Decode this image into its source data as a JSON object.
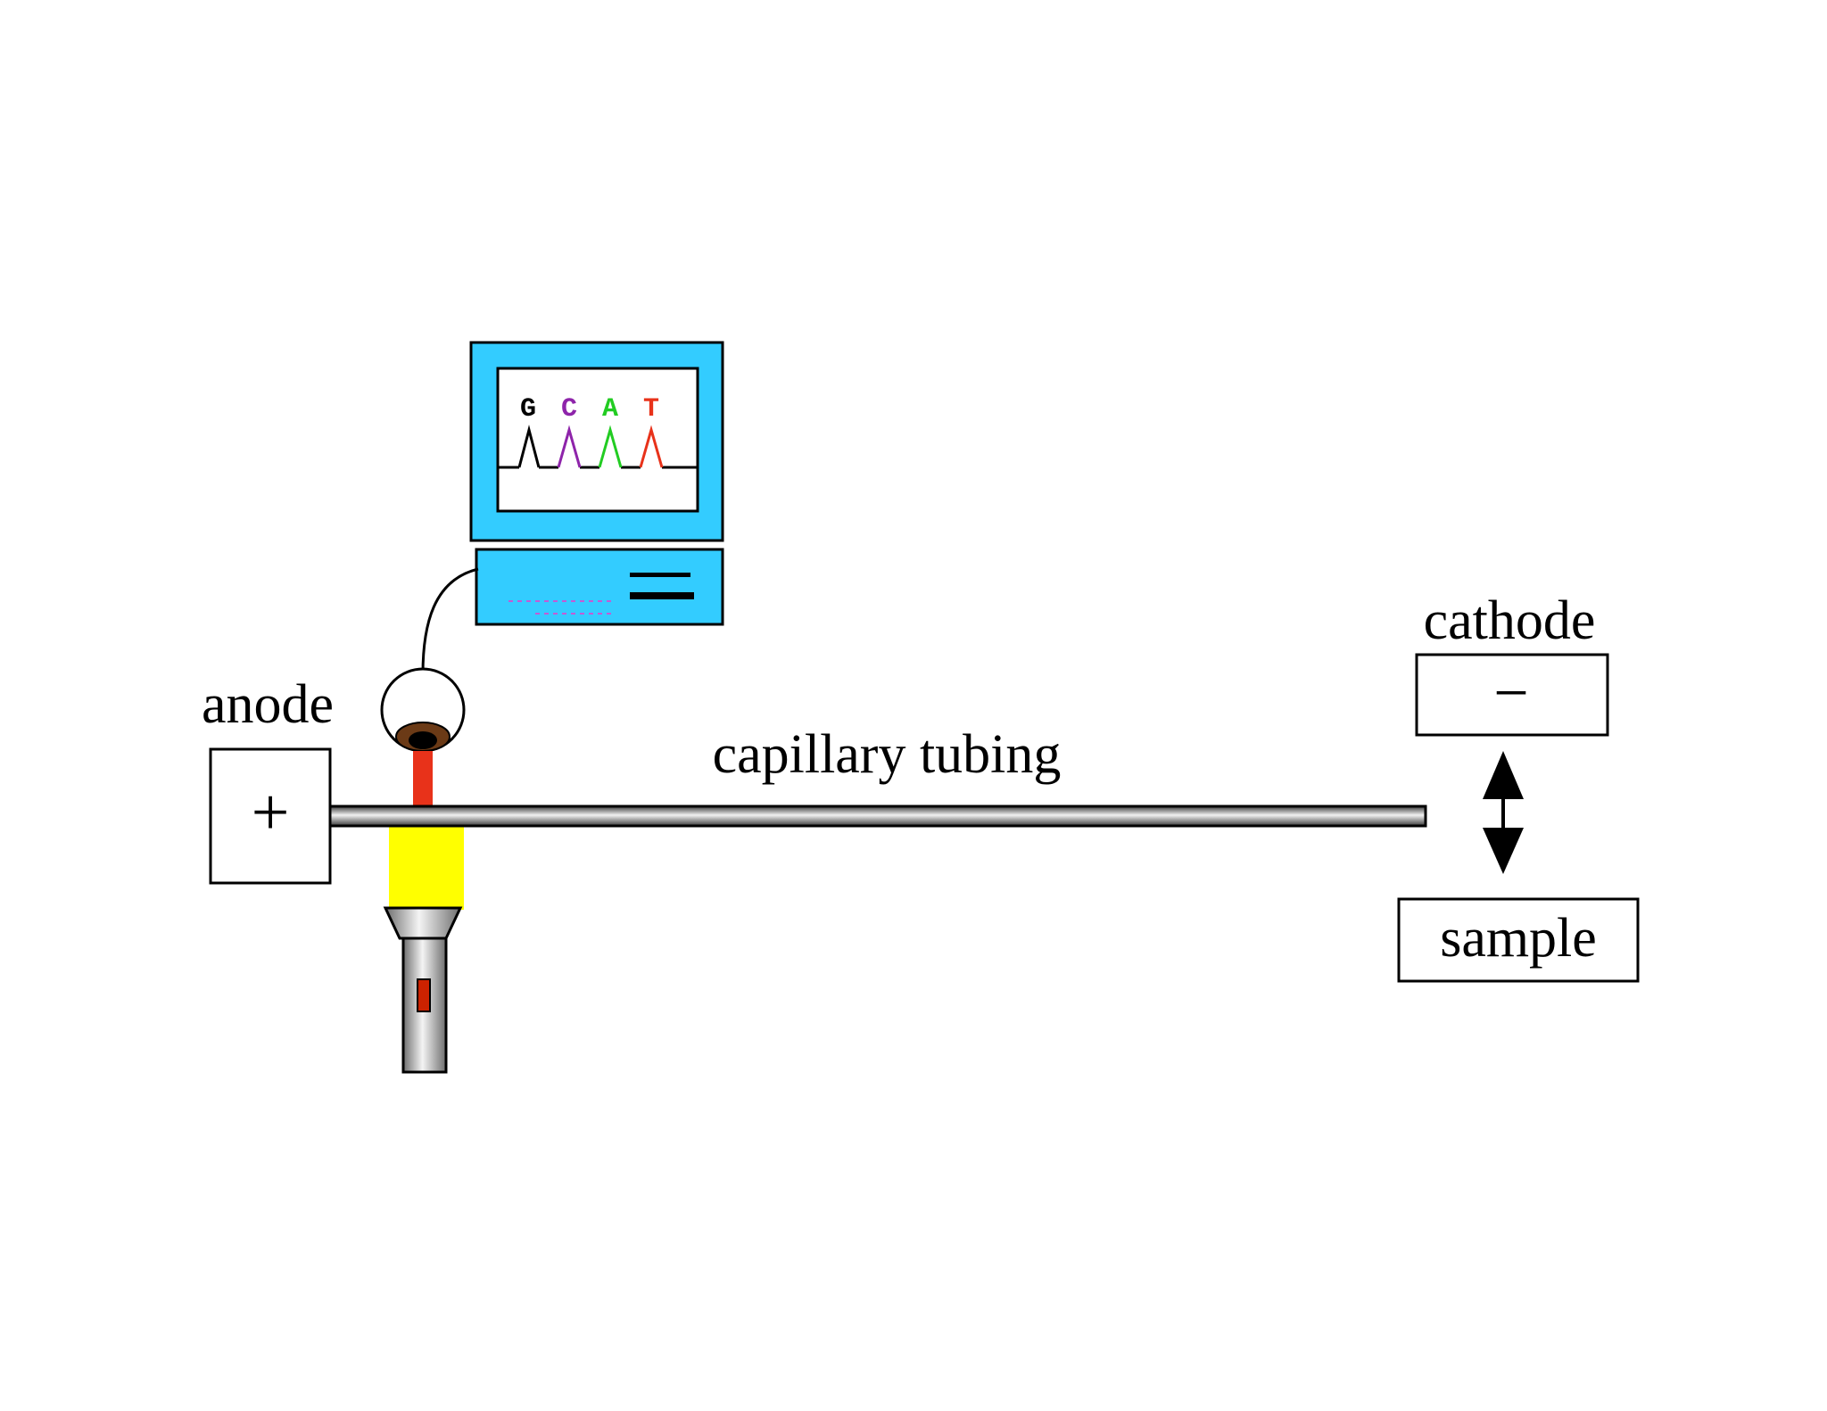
{
  "labels": {
    "anode": "anode",
    "cathode": "cathode",
    "capillary": "capillary tubing",
    "sample": "sample",
    "plus": "+",
    "minus": "−"
  },
  "screen_bases": [
    {
      "letter": "G",
      "color": "#000000"
    },
    {
      "letter": "C",
      "color": "#8e24aa"
    },
    {
      "letter": "A",
      "color": "#22cc22"
    },
    {
      "letter": "T",
      "color": "#e8321a"
    }
  ],
  "colors": {
    "monitor": "#33ccff",
    "laser_beam": "#e8321a",
    "light_cone": "#ffff00",
    "detector_lens": "#6b3a16",
    "flashlight_switch": "#cc2200"
  },
  "icons": {
    "computer": "computer-monitor-icon",
    "detector": "eye-detector-icon",
    "light_source": "flashlight-icon",
    "movement": "double-arrow-icon"
  }
}
